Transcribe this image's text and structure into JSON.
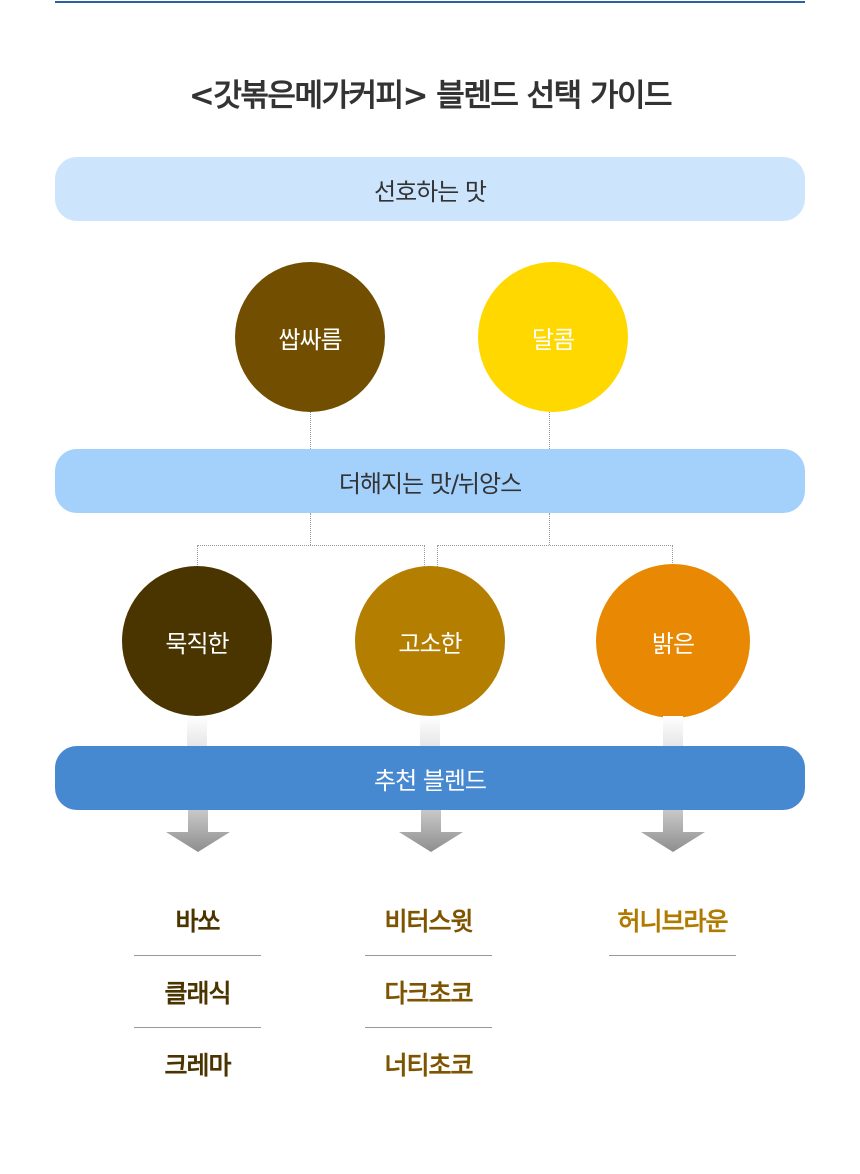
{
  "title": "<갓볶은메가커피> 블렌드 선택 가이드",
  "sections": {
    "preferred": "선호하는 맛",
    "added": "더해지는 맛/뉘앙스",
    "recommended": "추천 블렌드"
  },
  "tastes": [
    {
      "label": "쌉싸름",
      "color": "#724f00"
    },
    {
      "label": "달콤",
      "color": "#ffd800"
    }
  ],
  "nuances": [
    {
      "label": "묵직한",
      "color": "#4a3400"
    },
    {
      "label": "고소한",
      "color": "#b47e00"
    },
    {
      "label": "밝은",
      "color": "#e98903"
    }
  ],
  "blends": [
    {
      "color": "#4a3400",
      "items": [
        "바쏘",
        "클래식",
        "크레마"
      ]
    },
    {
      "color": "#7d5400",
      "items": [
        "비터스윗",
        "다크초코",
        "너티초코"
      ]
    },
    {
      "color": "#b07a00",
      "items": [
        "허니브라운"
      ]
    }
  ],
  "colors": {
    "bar1": "#cce5fc",
    "bar2": "#a4d0fc",
    "bar3": "#4789d1"
  }
}
